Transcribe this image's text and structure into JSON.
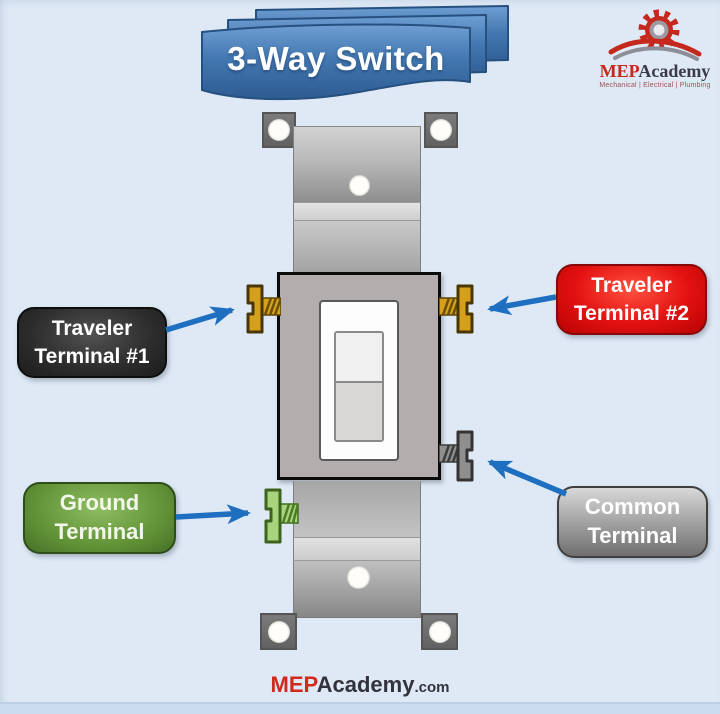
{
  "banner": {
    "title": "3-Way Switch"
  },
  "logo": {
    "mep": "MEP",
    "academy": "Academy",
    "tagline": "Mechanical | Electrical | Plumbing"
  },
  "diagram": {
    "labels": {
      "traveler1": {
        "line1": "Traveler",
        "line2": "Terminal #1"
      },
      "traveler2": {
        "line1": "Traveler",
        "line2": "Terminal #2"
      },
      "ground": {
        "line1": "Ground",
        "line2": "Terminal"
      },
      "common": {
        "line1": "Common",
        "line2": "Terminal"
      }
    }
  },
  "footer": {
    "mep": "MEP",
    "academy": "Academy",
    "domain_suffix": ".com"
  },
  "colors": {
    "background": "#dee9f5",
    "banner_blue": "#3c6da6",
    "arrow_blue": "#1e6fc0",
    "label_traveler1_bg": "#2c2c2c",
    "label_traveler2_bg": "#e31111",
    "label_ground_bg": "#629437",
    "label_common_bg": "#9a9a9a",
    "brass_terminal": "#d5a01c",
    "ground_screw_green": "#a8d47e",
    "common_screw_gray": "#8f8f8f",
    "brand_red": "#c5281c",
    "brand_dark": "#3a3a4a"
  }
}
